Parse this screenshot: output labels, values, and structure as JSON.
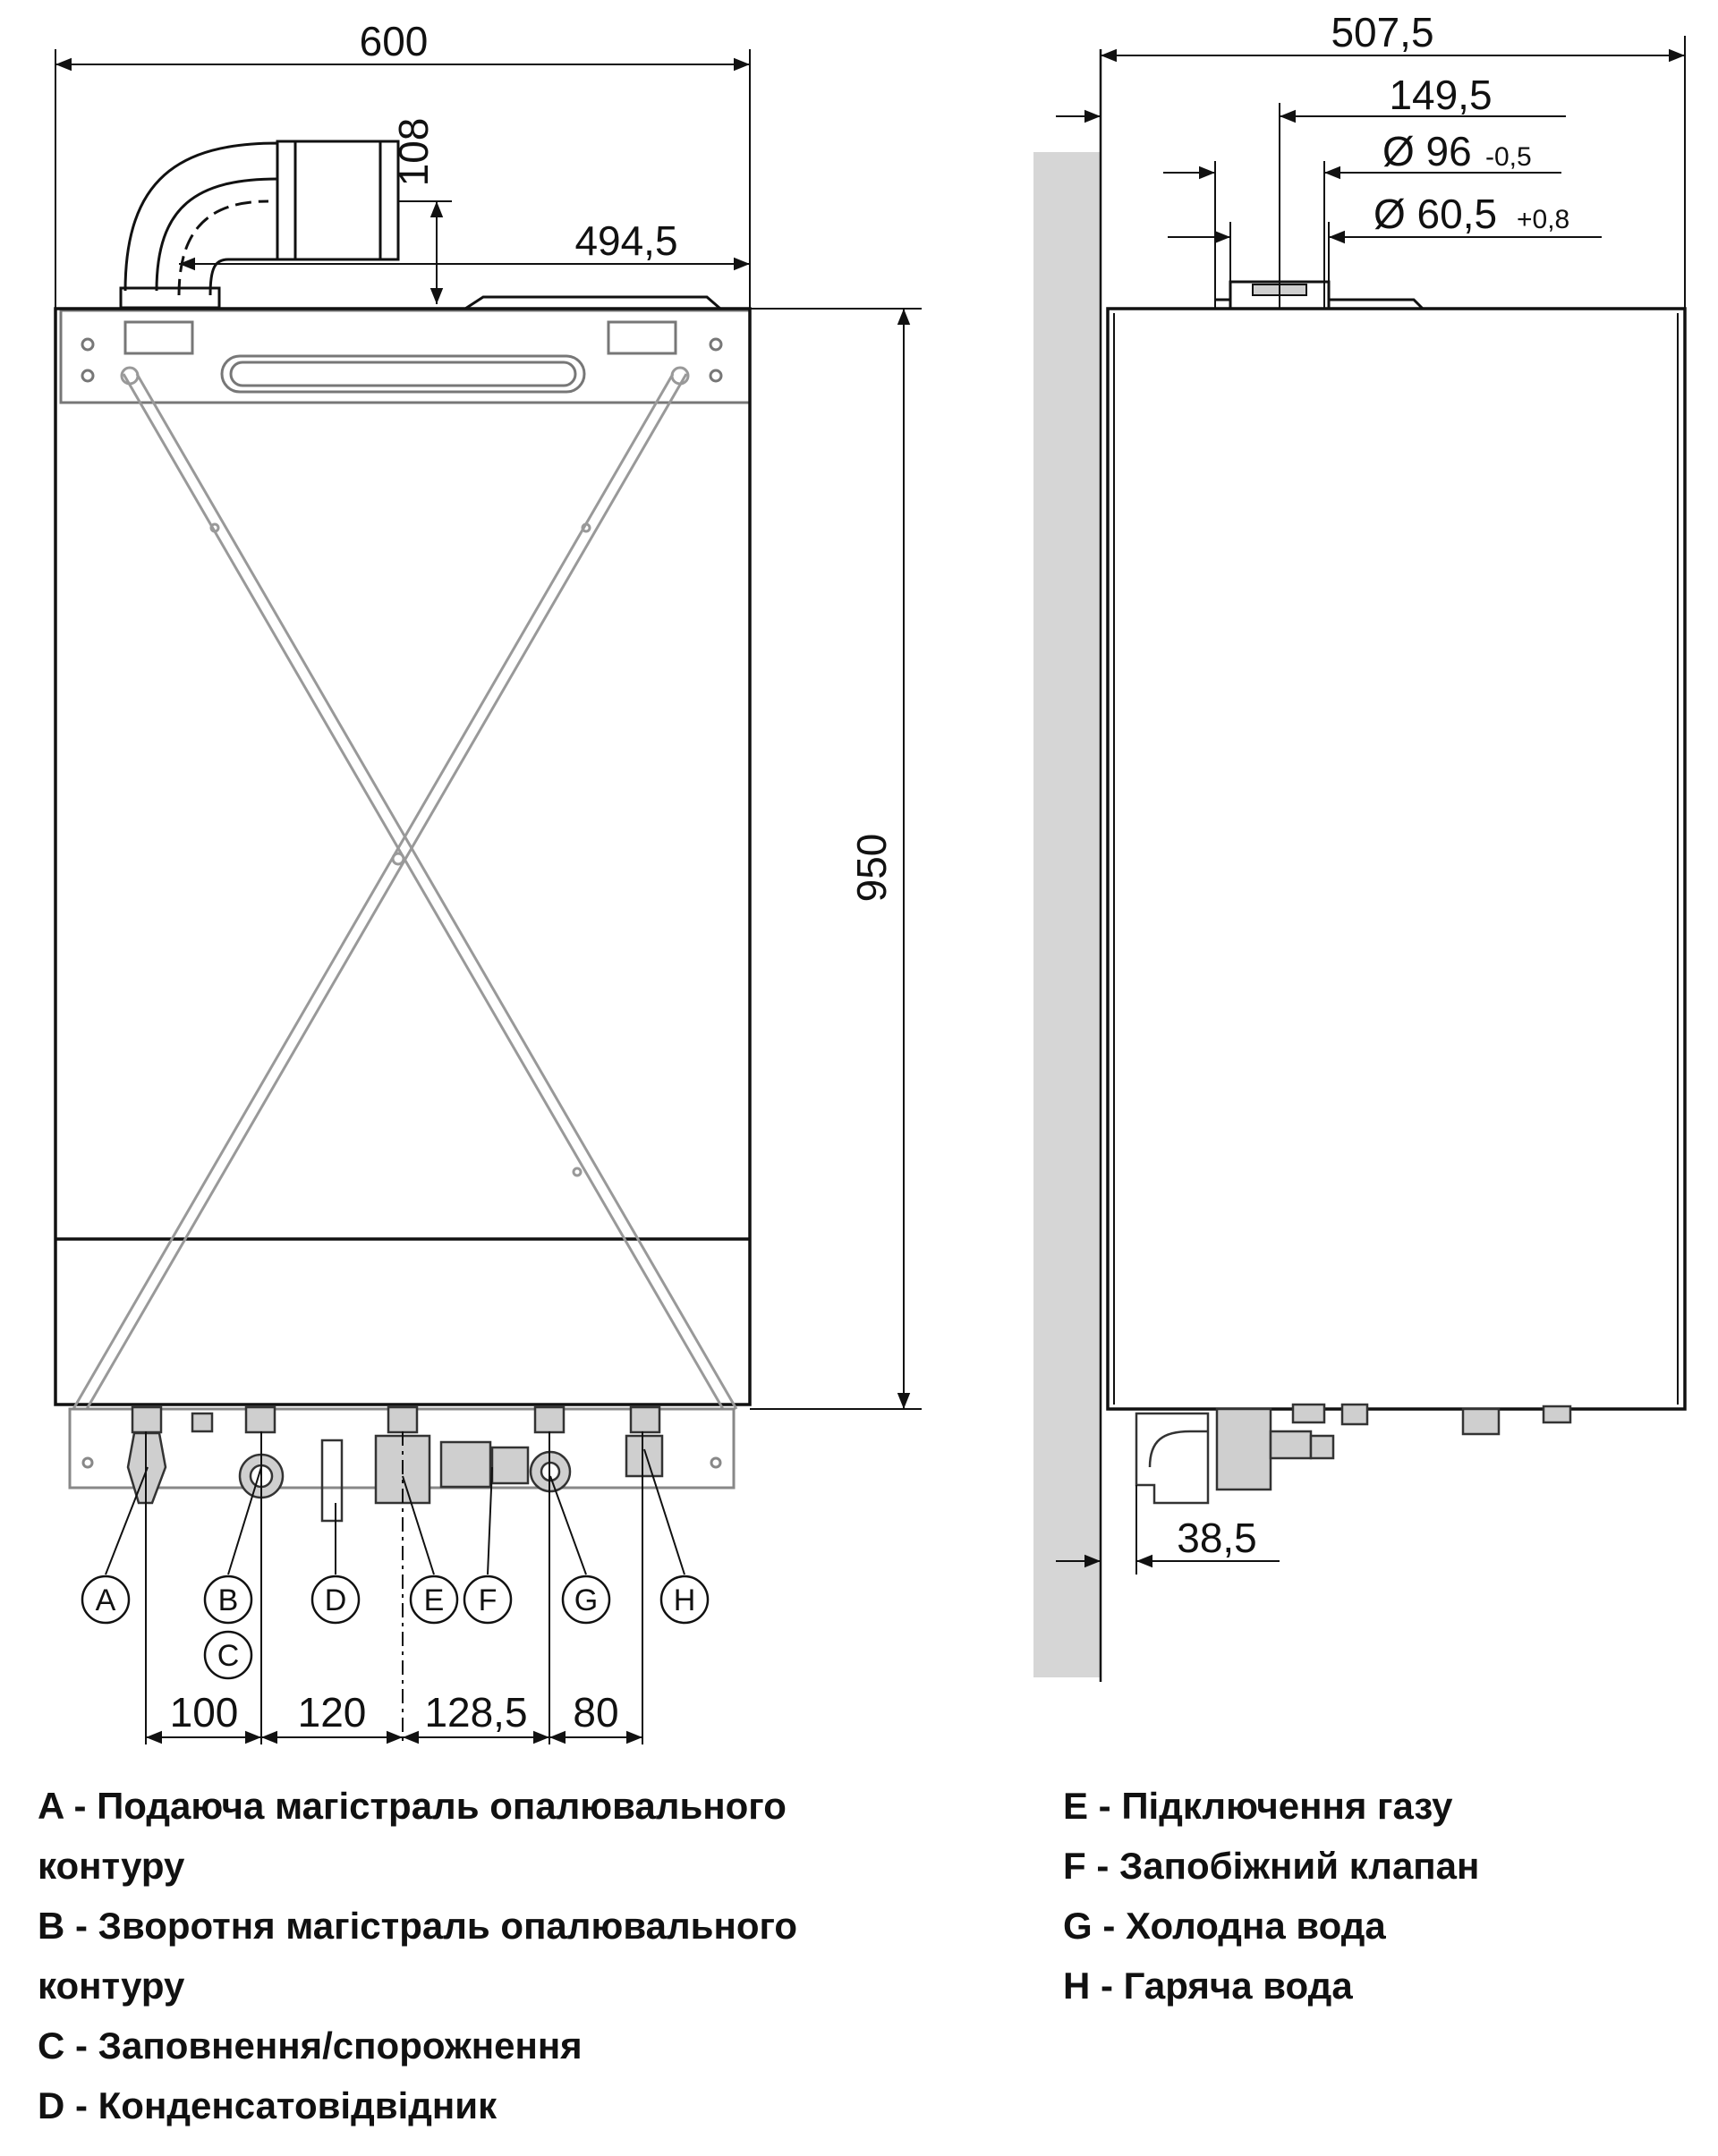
{
  "front_view": {
    "dim_width": "600",
    "dim_flue_height": "108",
    "dim_flue_offset": "494,5",
    "dim_height": "950",
    "dim_spacing": [
      "100",
      "120",
      "128,5",
      "80"
    ],
    "callouts": [
      "A",
      "B",
      "C",
      "D",
      "E",
      "F",
      "G",
      "H"
    ]
  },
  "side_view": {
    "dim_depth": "507,5",
    "dim_flue_depth": "149,5",
    "dim_outer_dia": "Ø 96",
    "dim_outer_tol": "-0,5",
    "dim_inner_dia": "Ø 60,5",
    "dim_inner_tol": "+0,8",
    "dim_wall_offset": "38,5"
  },
  "legend_left": [
    "A - Подаюча магістраль опалювального",
    "контуру",
    "B - Зворотня магістраль опалювального",
    "контуру",
    "C - Заповнення/спорожнення",
    "D - Конденсатовідвідник"
  ],
  "legend_right": [
    "E - Підключення газу",
    "F - Запобіжний клапан",
    "G - Холодна вода",
    "H - Гаряча вода"
  ],
  "colors": {
    "line": "#111111",
    "wall": "#d6d6d6",
    "fitting": "#cfcfcf"
  }
}
